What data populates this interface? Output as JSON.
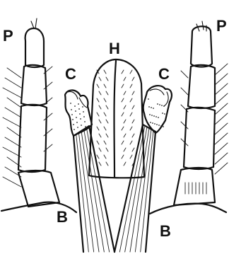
{
  "figure": {
    "labels": {
      "palp_left": "P",
      "palp_right": "P",
      "hypopharynx": "H",
      "chela_left": "C",
      "chela_right": "C",
      "base_left": "B",
      "base_right": "B"
    }
  }
}
